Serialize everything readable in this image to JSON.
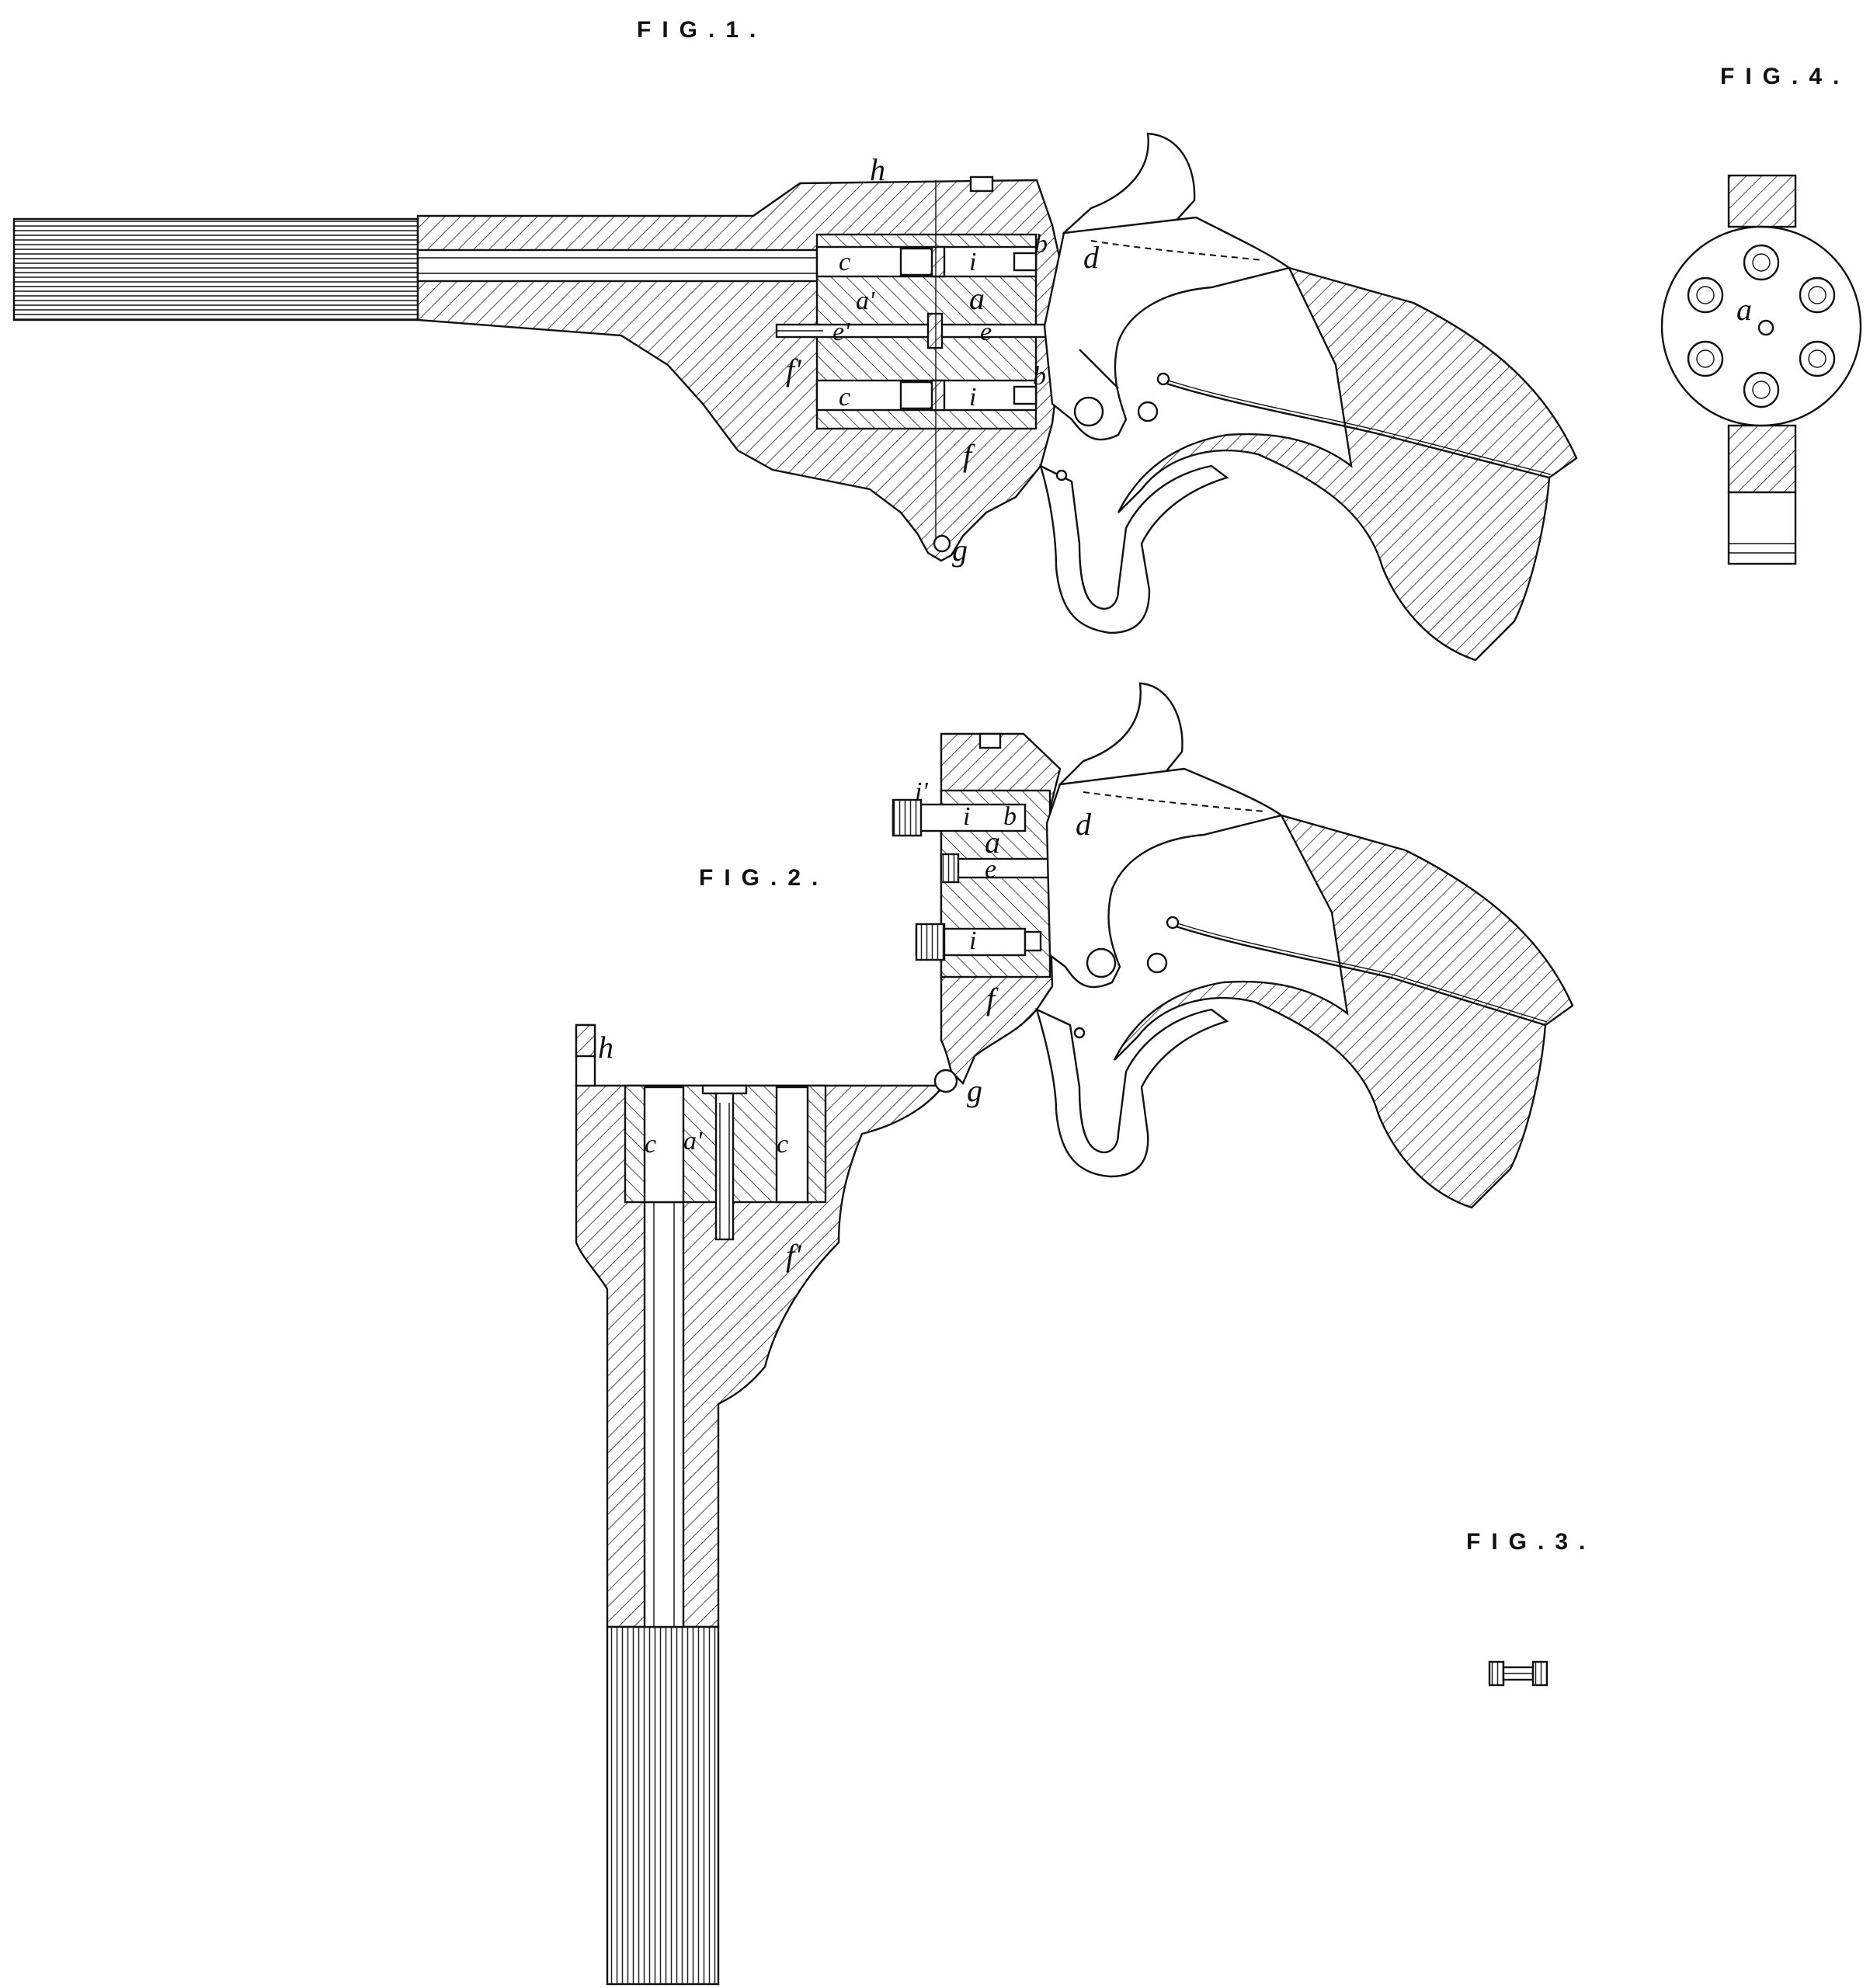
{
  "figures": {
    "fig1": {
      "title": "FIG.1.",
      "labels": {
        "h": "h",
        "b_top": "b",
        "d": "d",
        "c_top": "c",
        "i_top": "i",
        "a_prime": "a'",
        "a": "a",
        "e_prime": "e'",
        "e": "e",
        "f_prime": "f'",
        "c_bottom": "c",
        "i_bottom": "i",
        "b_bottom": "b",
        "f": "f",
        "g": "g"
      }
    },
    "fig2": {
      "title": "FIG.2.",
      "labels": {
        "i_prime": "i'",
        "i_top": "i",
        "b": "b",
        "d": "d",
        "a": "a",
        "e": "e",
        "i_bottom": "i",
        "f": "f",
        "g": "g",
        "h": "h",
        "c_left": "c",
        "a_prime": "a'",
        "c_right": "c",
        "f_prime": "f'"
      }
    },
    "fig3": {
      "title": "FIG.3."
    },
    "fig4": {
      "title": "FIG.4.",
      "labels": {
        "a": "a"
      }
    }
  }
}
